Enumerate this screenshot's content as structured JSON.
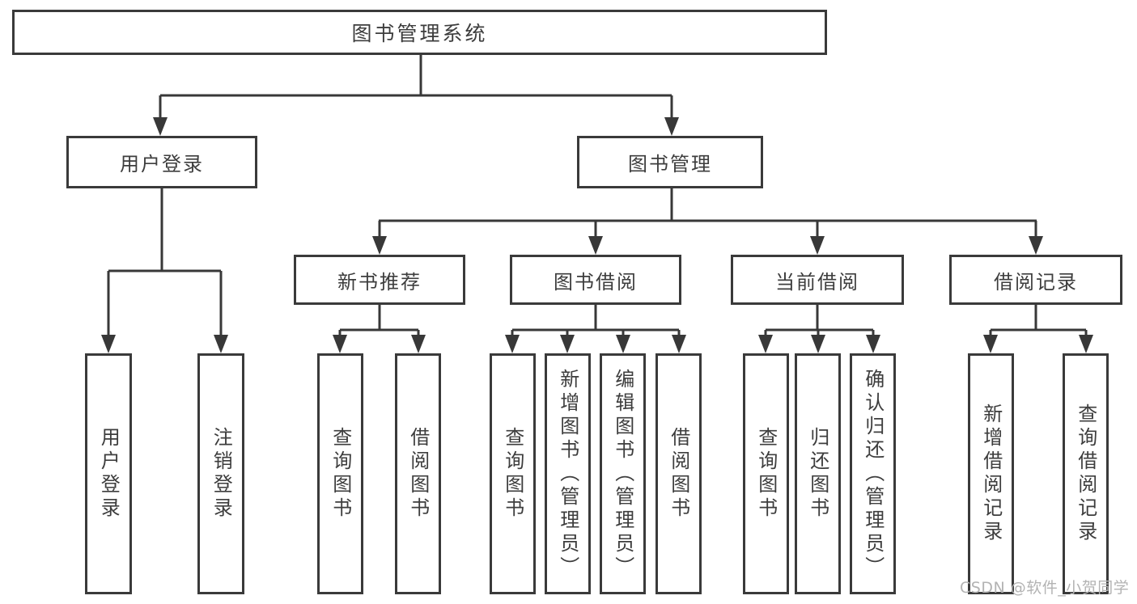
{
  "tree": {
    "root": "图书管理系统",
    "login": "用户登录",
    "mgmt": "图书管理",
    "mid": [
      "新书推荐",
      "图书借阅",
      "当前借阅",
      "借阅记录"
    ],
    "login_children": [
      "用户登录",
      "注销登录"
    ],
    "recommend_children": [
      "查询图书",
      "借阅图书"
    ],
    "borrow_children": [
      "查询图书",
      "新增图书（管理员）",
      "编辑图书（管理员）",
      "借阅图书"
    ],
    "current_children": [
      "查询图书",
      "归还图书",
      "确认归还（管理员）"
    ],
    "record_children": [
      "新增借阅记录",
      "查询借阅记录"
    ]
  },
  "watermark": "CSDN @软件_小贺同学",
  "colors": {
    "box_border": "#3a3a3a",
    "box_text": "#3d3d3d",
    "connector": "#383838",
    "watermark": "#b3b3b3",
    "background": "#ffffff"
  }
}
